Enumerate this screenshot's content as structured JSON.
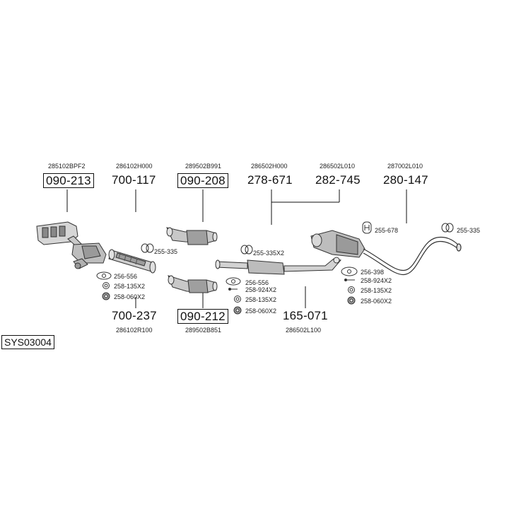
{
  "system_code": "SYS03004",
  "top_parts": [
    {
      "id": "p1",
      "oem": "285102BPF2",
      "number": "090-213",
      "boxed": true
    },
    {
      "id": "p2",
      "oem": "286102H000",
      "number": "700-117",
      "boxed": false
    },
    {
      "id": "p3",
      "oem": "289502B991",
      "number": "090-208",
      "boxed": true
    },
    {
      "id": "p4",
      "oem": "286502H000",
      "number": "278-671",
      "boxed": false
    },
    {
      "id": "p5",
      "oem": "286502L010",
      "number": "282-745",
      "boxed": false
    },
    {
      "id": "p6",
      "oem": "287002L010",
      "number": "280-147",
      "boxed": false
    }
  ],
  "bottom_parts": [
    {
      "id": "b1",
      "oem": "286102R100",
      "number": "700-237",
      "boxed": false
    },
    {
      "id": "b2",
      "oem": "289502B851",
      "number": "090-212",
      "boxed": true
    },
    {
      "id": "b3",
      "oem": "286502L100",
      "number": "165-071",
      "boxed": false
    }
  ],
  "fittings": {
    "f_255_335_a": "255-335",
    "f_255_335x2": "255-335X2",
    "f_255_678": "255-678",
    "f_255_335_b": "255-335",
    "g1_256_556": "256-556",
    "g1_258_135x2": "258-135X2",
    "g1_258_060x2": "258-060X2",
    "g2_256_556": "256-556",
    "g2_258_924x2": "258-924X2",
    "g2_258_135x2": "258-135X2",
    "g2_258_060x2": "258-060X2",
    "g3_256_398": "256-398",
    "g3_258_924x2": "258-924X2",
    "g3_258_135x2": "258-135X2",
    "g3_258_060x2": "258-060X2"
  }
}
